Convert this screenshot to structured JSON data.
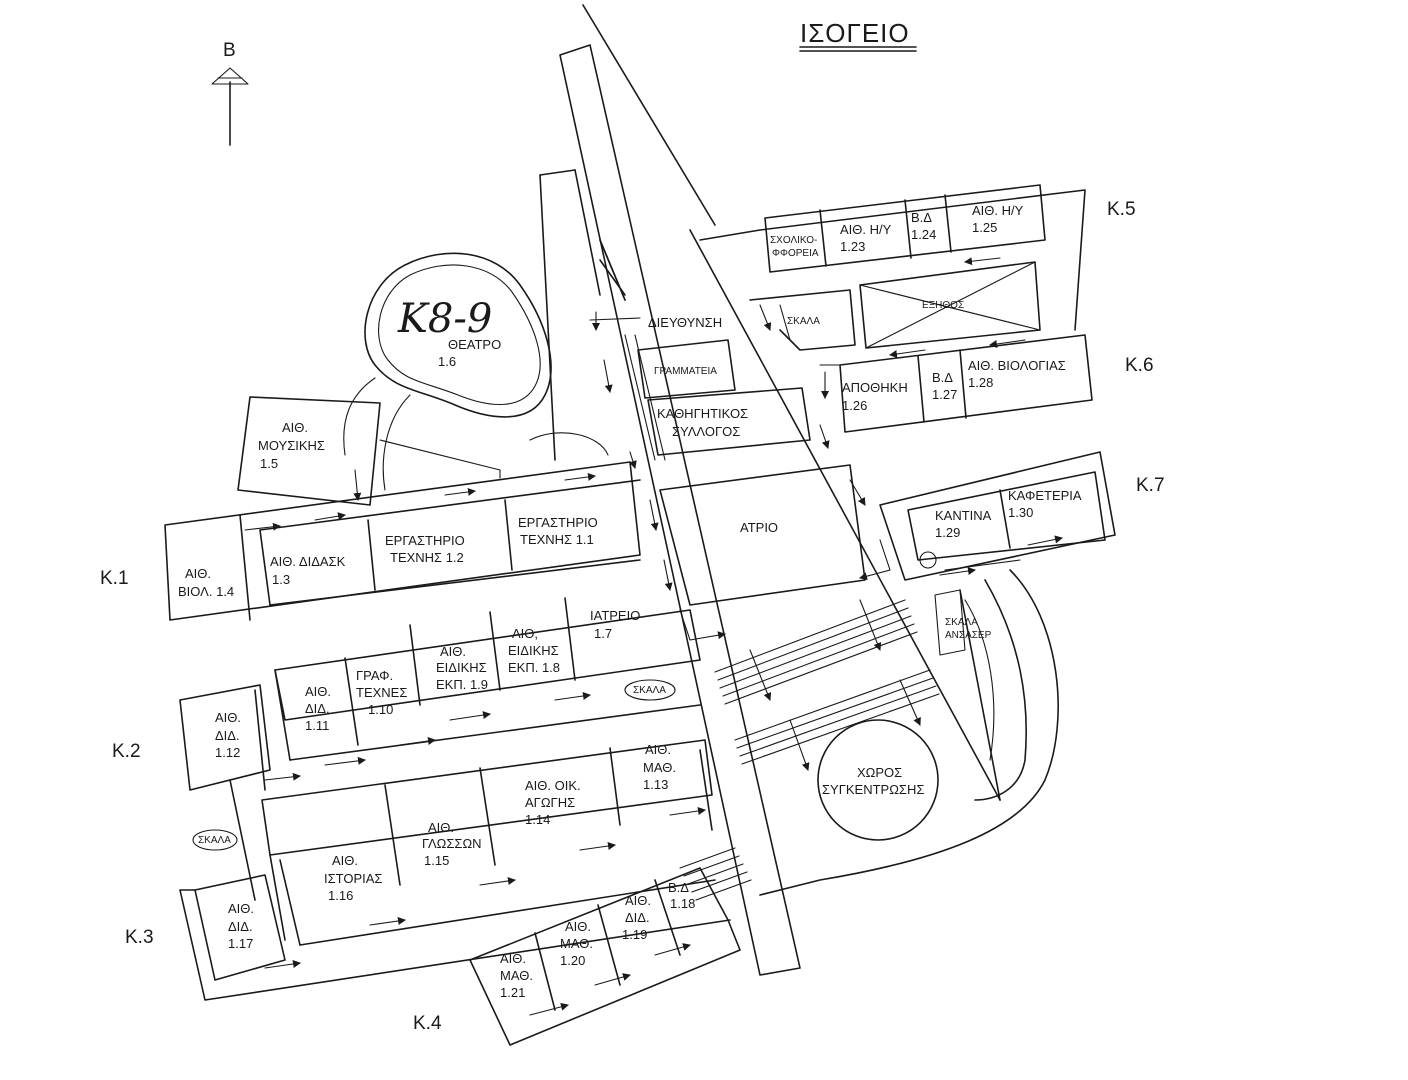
{
  "title": "ΙΣΟΓΕΙΟ",
  "north_label": "Β",
  "zones": {
    "k1": "Κ.1",
    "k2": "Κ.2",
    "k3": "Κ.3",
    "k4": "Κ.4",
    "k5": "Κ.5",
    "k6": "Κ.6",
    "k7": "Κ.7"
  },
  "rooms": {
    "theatre": [
      "ΘΕΑΤΡΟ",
      "1.6"
    ],
    "theatre_mark": "Κ8-9",
    "music": [
      "ΑΙΘ.",
      "ΜΟΥΣΙΚΗΣ",
      "1.5"
    ],
    "biol14": [
      "ΑΙΘ.",
      "ΒΙΟΛ. 1.4"
    ],
    "didask13": [
      "ΑΙΘ. ΔΙΔΑΣΚ",
      "1.3"
    ],
    "art12": [
      "ΕΡΓΑΣΤΗΡΙΟ",
      "ΤΕΧΝΗΣ 1.2"
    ],
    "art11": [
      "ΕΡΓΑΣΤΗΡΙΟ",
      "ΤΕΧΝΗΣ 1.1"
    ],
    "direction": "ΔΙΕΥΘΥΝΣΗ",
    "secretariat": "ΓΡΑΜΜΑΤΕΙΑ",
    "teachers": [
      "ΚΑΘΗΓΗΤΙΚΟΣ",
      "ΣΥΛΛΟΓΟΣ"
    ],
    "atrium": "ΑΤΡΙΟ",
    "clinic": [
      "ΙΑΤΡΕΙΟ",
      "1.7"
    ],
    "special18": [
      "ΑΙΘ,",
      "ΕΙΔΙΚΗΣ",
      "ΕΚΠ. 1.8"
    ],
    "special19": [
      "ΑΙΘ.",
      "ΕΙΔΙΚΗΣ",
      "ΕΚΠ. 1.9"
    ],
    "artoffice": [
      "ΓΡΑΦ.",
      "ΤΕΧΝΕΣ",
      "1.10"
    ],
    "did111": [
      "ΑΙΘ.",
      "ΔΙΔ.",
      "1.11"
    ],
    "did112": [
      "ΑΙΘ.",
      "ΔΙΔ.",
      "1.12"
    ],
    "math113": [
      "ΑΙΘ.",
      "ΜΑΘ.",
      "1.13"
    ],
    "home114": [
      "ΑΙΘ. ΟΙΚ.",
      "ΑΓΩΓΗΣ",
      "1.14"
    ],
    "lang115": [
      "ΑΙΘ.",
      "ΓΛΩΣΣΩΝ",
      "1.15"
    ],
    "hist116": [
      "ΑΙΘ.",
      "ΙΣΤΟΡΙΑΣ",
      "1.16"
    ],
    "did117": [
      "ΑΙΘ.",
      "ΔΙΔ.",
      "1.17"
    ],
    "bd118": [
      "Β.Δ",
      "1.18"
    ],
    "did119": [
      "ΑΙΘ.",
      "ΔΙΔ.",
      "1.19"
    ],
    "math120": [
      "ΑΙΘ.",
      "ΜΑΘ.",
      "1.20"
    ],
    "math121": [
      "ΑΙΘ.",
      "ΜΑΘ.",
      "1.21"
    ],
    "assembly": [
      "ΧΩΡΟΣ",
      "ΣΥΓΚΕΝΤΡΩΣΗΣ"
    ],
    "canteen": [
      "ΚΑΝΤΙΝΑ",
      "1.29"
    ],
    "cafeteria": [
      "ΚΑΦΕΤΕΡΙΑ",
      "1.30"
    ],
    "lift": [
      "ΣΚΑΛΑ",
      "ΑΝΣΑΣΕΡ"
    ],
    "stairs_a": "ΣΚΑΛΑ",
    "stairs_b": "ΣΚΑΛΑ",
    "stairs_c": "ΣΚΑΛΑ",
    "storage": [
      "ΑΠΟΘΗΚΗ",
      "1.26"
    ],
    "bd127": [
      "Β.Δ",
      "1.27"
    ],
    "bio128": [
      "ΑΙΘ. ΒΙΟΛΟΓΙΑΣ",
      "1.28"
    ],
    "shop": [
      "ΣΧΟΛΙΚΟ-",
      "ΦΦΟΡΕΙΑ"
    ],
    "pc123": [
      "ΑΙΘ. Η/Υ",
      "1.23"
    ],
    "bd124": [
      "Β.Δ",
      "1.24"
    ],
    "pc125": [
      "ΑΙΘ. Η/Υ",
      "1.25"
    ],
    "yard": "ΕΞΗΘΟΣ"
  }
}
